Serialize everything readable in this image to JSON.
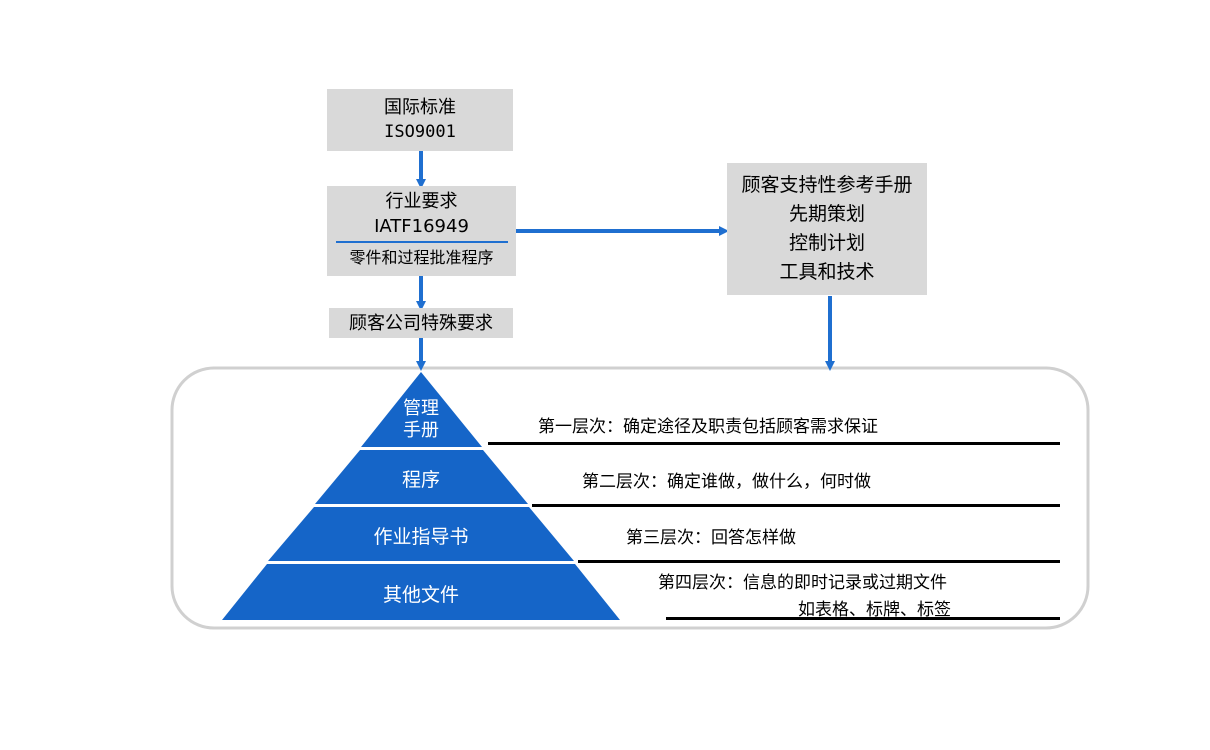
{
  "colors": {
    "box": "#d9d9d9",
    "arrow": "#1f6fd0",
    "pyramid": "#1565c8",
    "frame": "#d0d0d0"
  },
  "flow": {
    "standard": {
      "line1": "国际标准",
      "line2": "ISO9001"
    },
    "industry": {
      "line1": "行业要求",
      "line2": "IATF16949",
      "line3": "零件和过程批准程序"
    },
    "customer_specific": {
      "label": "顾客公司特殊要求"
    },
    "manual": {
      "line1": "顾客支持性参考手册",
      "line2": "先期策划",
      "line3": "控制计划",
      "line4": "工具和技术"
    }
  },
  "pyramid": {
    "tier1": {
      "line1": "管理",
      "line2": "手册"
    },
    "tier2": "程序",
    "tier3": "作业指导书",
    "tier4": "其他文件"
  },
  "levels": {
    "level1": "第一层次：确定途径及职责包括顾客需求保证",
    "level2": "第二层次：确定谁做，做什么，何时做",
    "level3": "第三层次：回答怎样做",
    "level4_line1": "第四层次：信息的即时记录或过期文件",
    "level4_line2": "如表格、标牌、标签"
  }
}
